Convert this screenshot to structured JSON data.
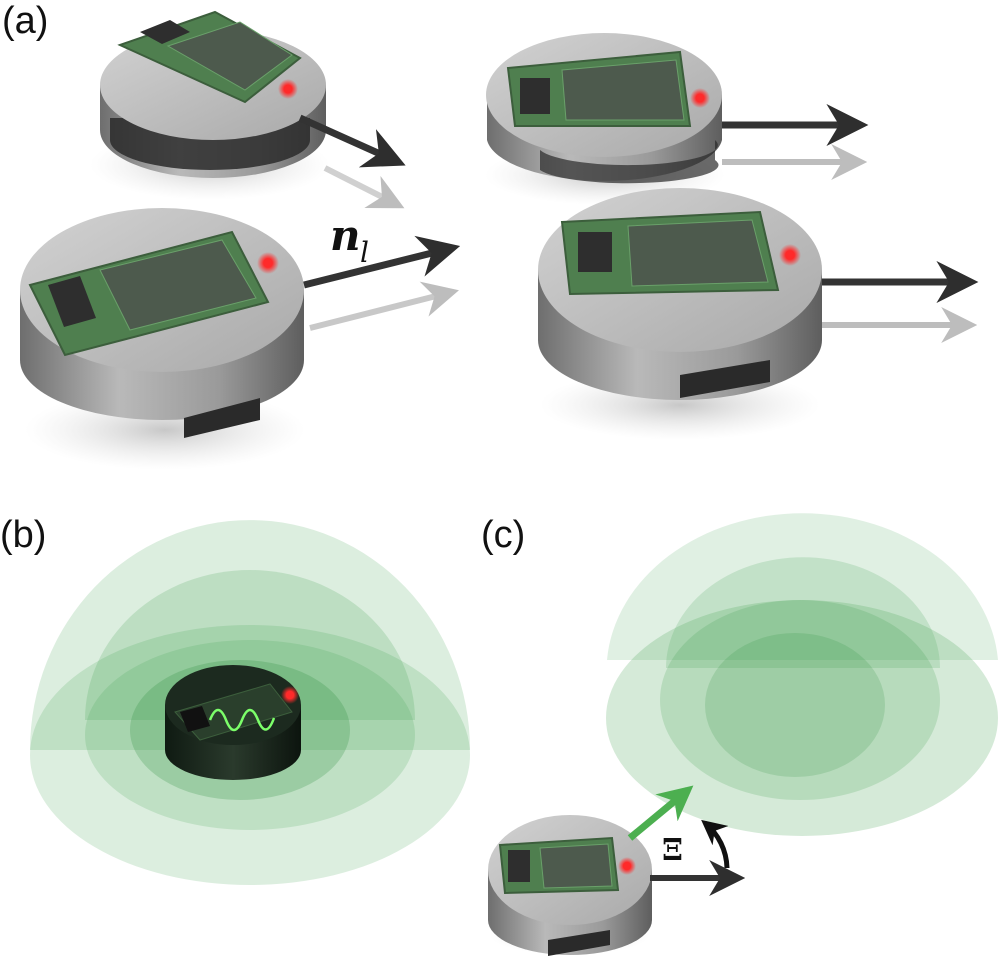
{
  "panels": {
    "a": {
      "label": "(a)",
      "vector_symbol": "n",
      "vector_subscript": "l"
    },
    "b": {
      "label": "(b)"
    },
    "c": {
      "label": "(c)",
      "angle_symbol": "Ξ"
    }
  },
  "colors": {
    "robot_body": "#a6a6a6",
    "robot_top": "#bdbdbd",
    "robot_dark_band": "#2f2f2f",
    "pcb_green": "#4f7f4f",
    "chip": "#2e2e2e",
    "led_red": "#ff2a2a",
    "arrow_dark": "#333333",
    "arrow_light": "#b5b5b5",
    "arrow_green": "#4caf50",
    "field_green": "#3f9f4f",
    "trace_green": "#7cff6a"
  },
  "icons": [
    "robot-disc",
    "heading-arrow",
    "signal-field-dome",
    "angle-arc-arrow"
  ]
}
